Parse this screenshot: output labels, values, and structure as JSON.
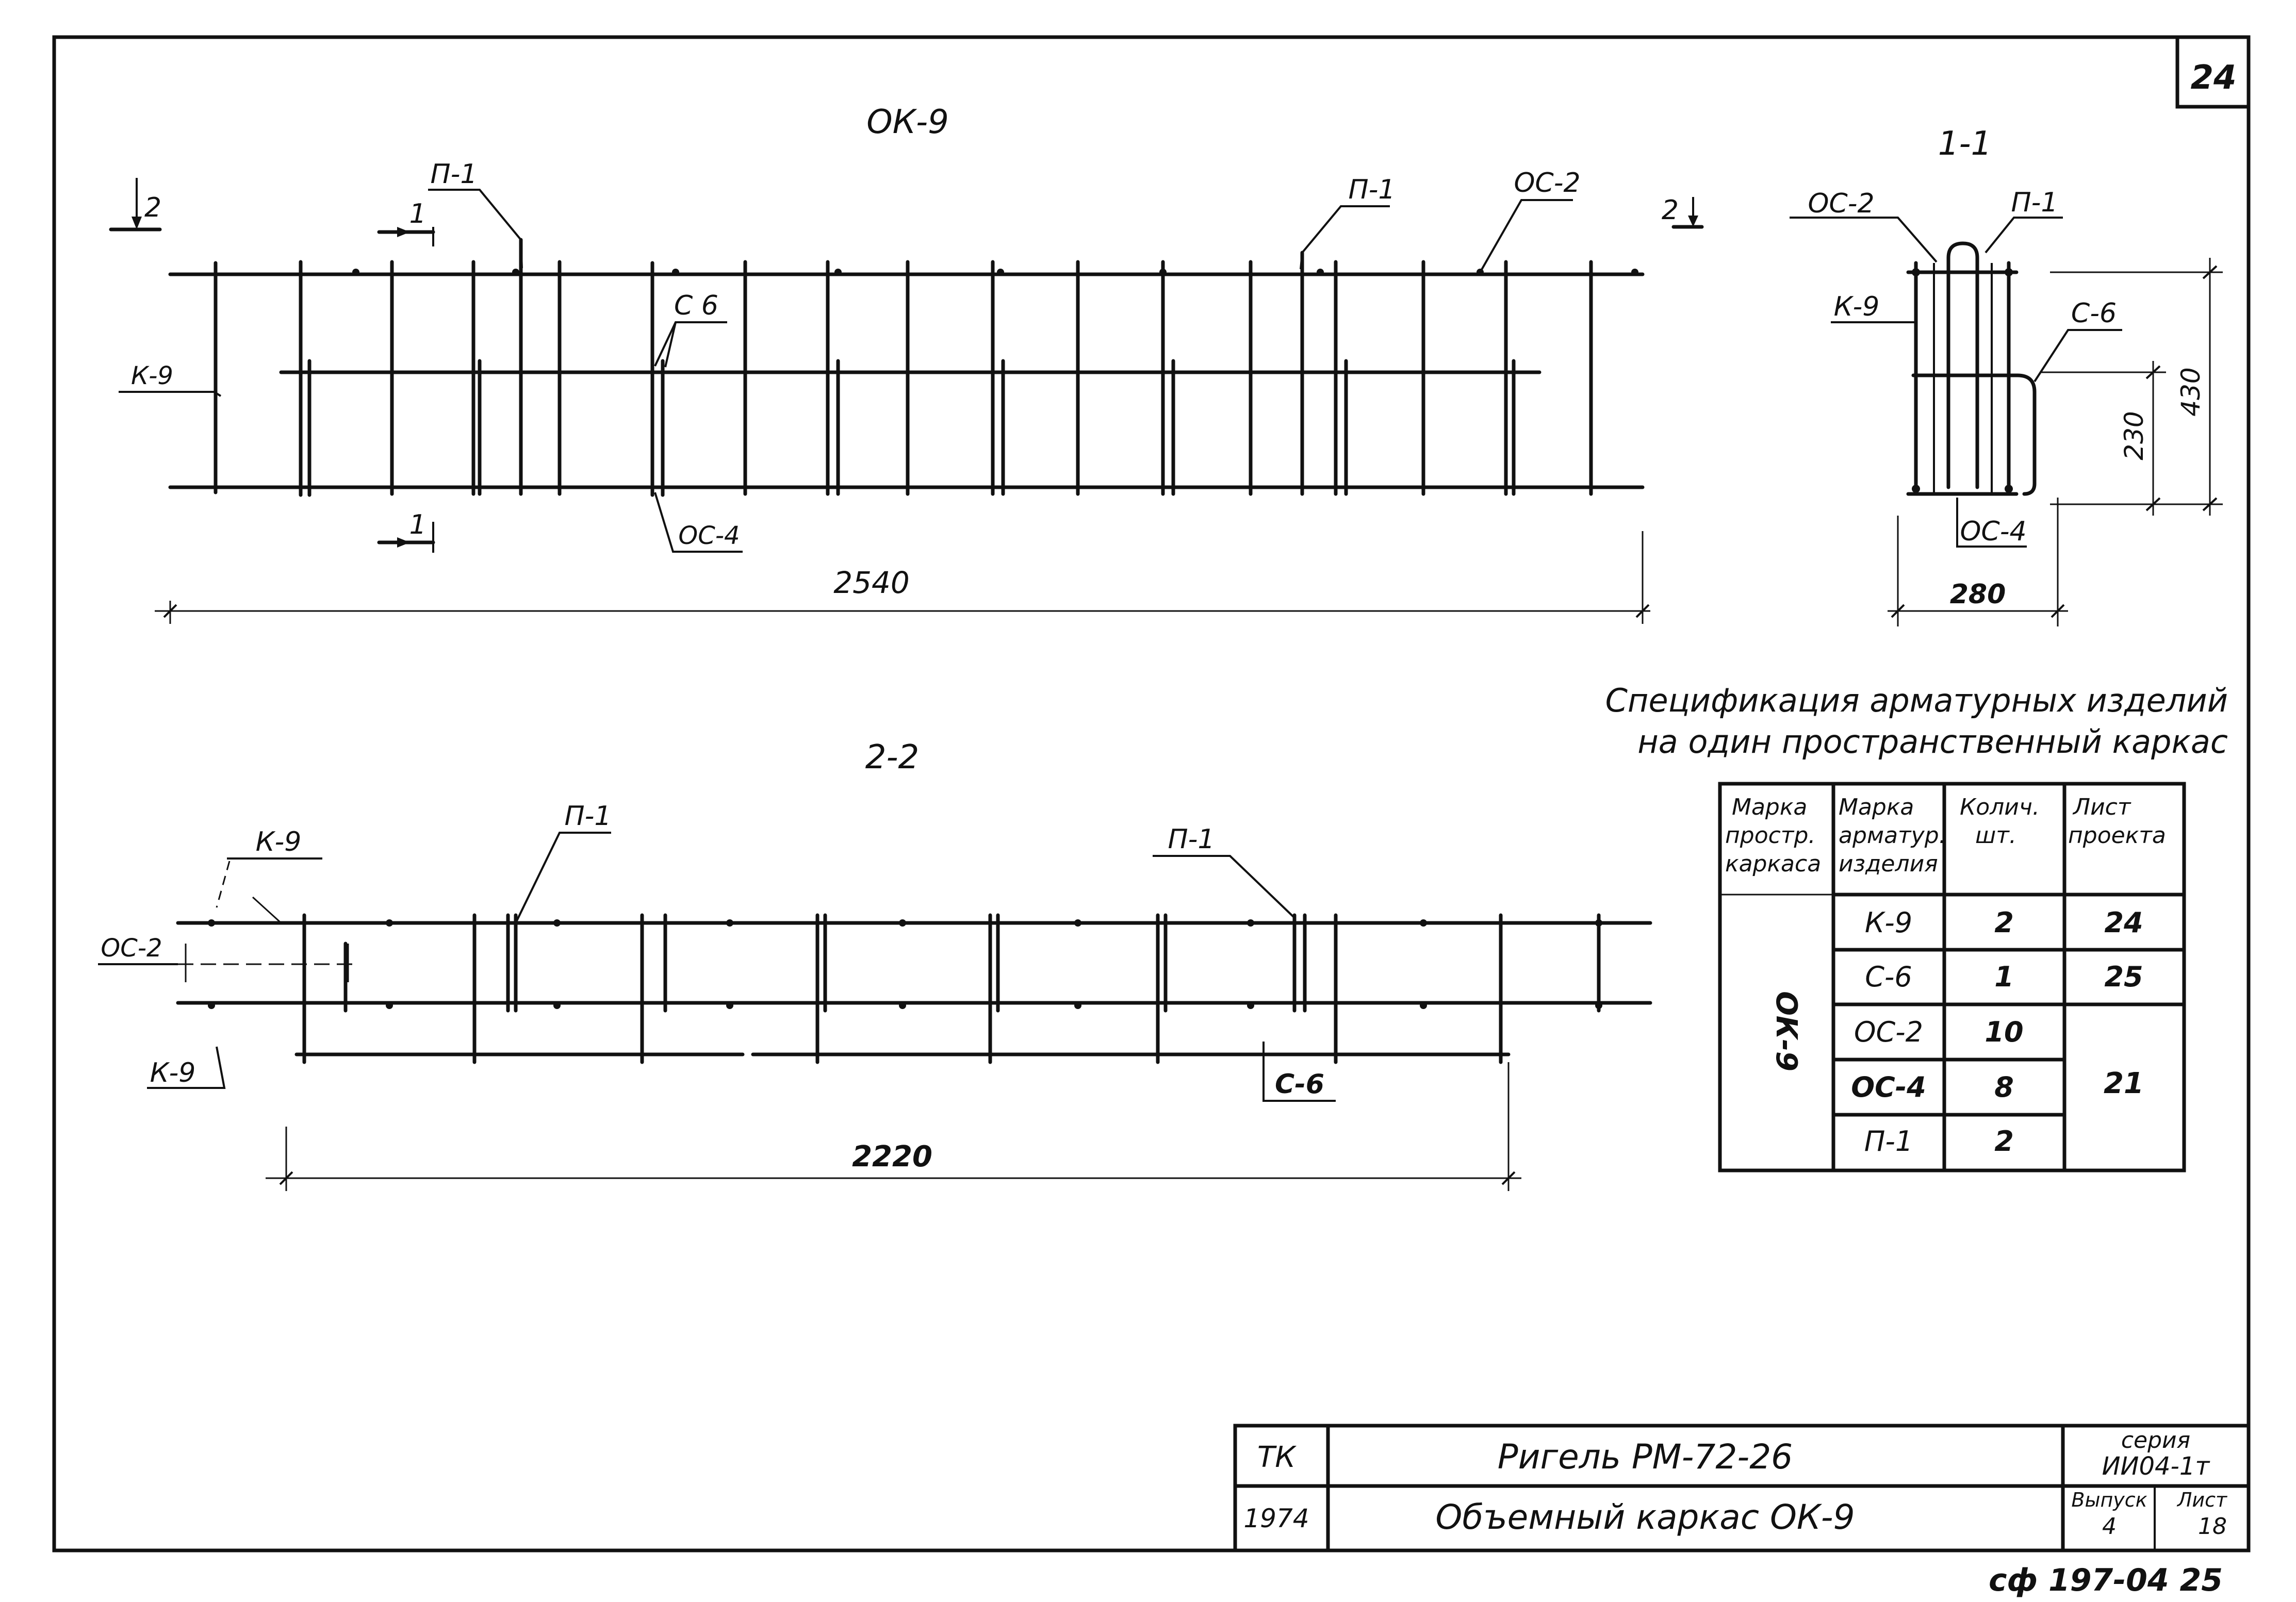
{
  "sheet": {
    "number": "24",
    "bottom_code": "сф 197-04 25"
  },
  "view_main": {
    "title": "ОК-9",
    "labels": {
      "p1_left": "П-1",
      "p1_right": "П-1",
      "oc2": "ОС-2",
      "c6": "С 6",
      "k9": "К-9",
      "oc4": "ОС-4",
      "cut2_top_left": "2",
      "cut2_top_right": "2",
      "cut1_top": "1",
      "cut1_bottom": "1"
    },
    "dimension": "2540"
  },
  "section_1_1": {
    "title": "1-1",
    "labels": {
      "oc2": "ОС-2",
      "p1": "П-1",
      "k9": "К-9",
      "c6": "С-6",
      "oc4": "ОС-4"
    },
    "dim_height_total": "430",
    "dim_height_inner": "230",
    "dim_width": "280"
  },
  "section_2_2": {
    "title": "2-2",
    "labels": {
      "k9_top": "К-9",
      "oc2": "ОС-2",
      "k9_bottom": "К-9",
      "p1_left": "П-1",
      "p1_right": "П-1",
      "c6": "С-6"
    },
    "dimension": "2220"
  },
  "spec": {
    "title_line1": "Спецификация арматурных изделий",
    "title_line2": "на один пространственный каркас",
    "headers": [
      [
        "Марка",
        "простр.",
        "каркаса"
      ],
      [
        "Марка",
        "арматур.",
        "изделия"
      ],
      [
        "Колич.",
        "шт."
      ],
      [
        "Лист",
        "проекта"
      ]
    ],
    "frame_mark": "ОК-9",
    "rows": [
      {
        "item": "К-9",
        "qty": "2",
        "sheet": "24"
      },
      {
        "item": "С-6",
        "qty": "1",
        "sheet": "25"
      },
      {
        "item": "ОС-2",
        "qty": "10",
        "sheet": ""
      },
      {
        "item": "ОС-4",
        "qty": "8",
        "sheet": ""
      },
      {
        "item": "П-1",
        "qty": "2",
        "sheet": ""
      }
    ],
    "merged_sheet": "21"
  },
  "title_block": {
    "org": "ТК",
    "year": "1974",
    "name_line1": "Ригель РМ-72-26",
    "name_line2": "Объемный каркас ОК-9",
    "series_label": "серия",
    "series_value": "ИИ04-1т",
    "issue_label": "Выпуск",
    "issue_value": "4",
    "sheet_label": "Лист",
    "sheet_value": "18"
  }
}
